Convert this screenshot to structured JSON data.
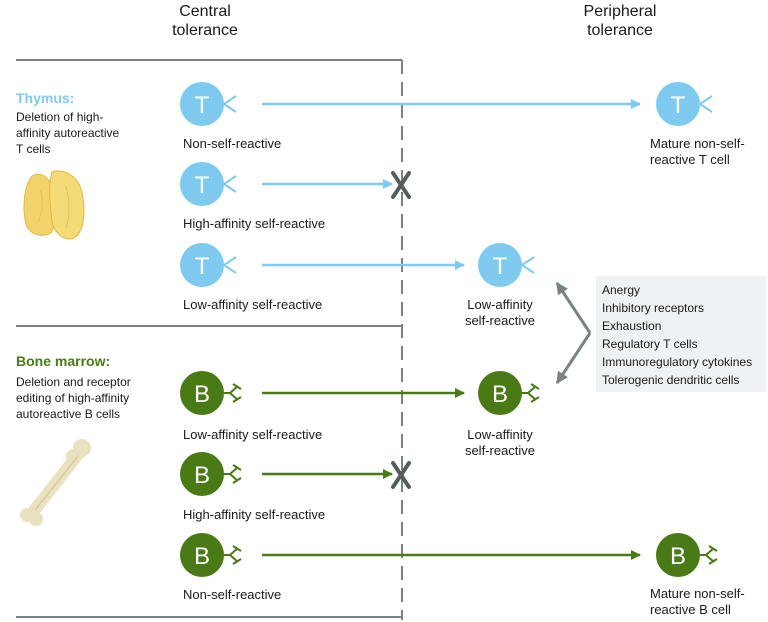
{
  "headers": {
    "central": [
      "Central",
      "tolerance"
    ],
    "peripheral": [
      "Peripheral",
      "tolerance"
    ]
  },
  "thymus": {
    "title": "Thymus:",
    "desc": [
      "Deletion of high-",
      "affinity autoreactive",
      "T cells"
    ],
    "color": "#7ecbef"
  },
  "bone_marrow": {
    "title": "Bone marrow:",
    "desc": [
      "Deletion and receptor",
      "editing of high-affinity",
      "autoreactive B cells"
    ],
    "color": "#4a7a16"
  },
  "t_cells": {
    "letter": "T",
    "labels": [
      "Non-self-reactive",
      "High-affinity self-reactive",
      "Low-affinity self-reactive"
    ],
    "peripheral_low": [
      "Low-affinity",
      "self-reactive"
    ],
    "mature": [
      "Mature non-self-",
      "reactive T cell"
    ]
  },
  "b_cells": {
    "letter": "B",
    "labels": [
      "Low-affinity self-reactive",
      "High-affinity self-reactive",
      "Non-self-reactive"
    ],
    "peripheral_low": [
      "Low-affinity",
      "self-reactive"
    ],
    "mature": [
      "Mature non-self-",
      "reactive B cell"
    ]
  },
  "mechanisms": [
    "Anergy",
    "Inhibitory receptors",
    "Exhaustion",
    "Regulatory T cells",
    "Immunoregulatory cytokines",
    "Tolerogenic dendritic cells"
  ],
  "colors": {
    "t_cell": "#7ecbef",
    "b_cell": "#4a7a16",
    "structure": "#7a8283",
    "block": "#555c5e",
    "box_bg": "#eef2f4"
  }
}
